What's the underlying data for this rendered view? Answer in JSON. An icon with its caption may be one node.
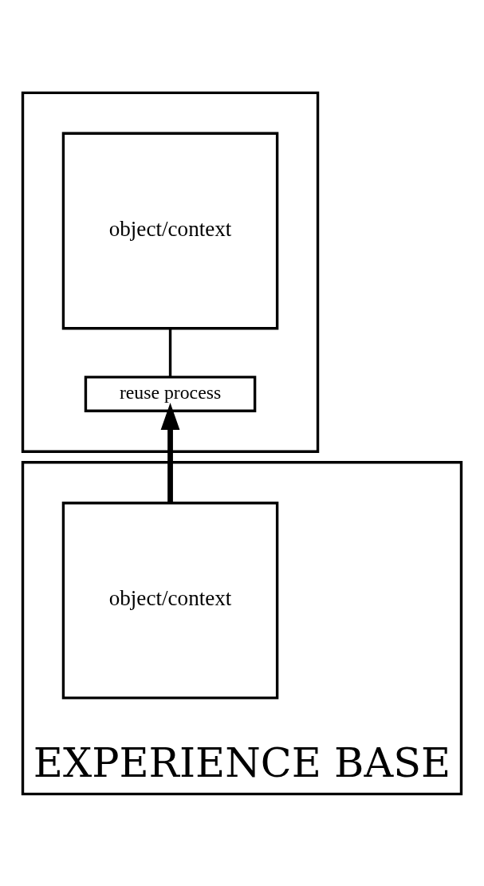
{
  "diagram": {
    "nodes": [
      {
        "text": [],
        "shape": "box"
      },
      {
        "text": [
          "object/context"
        ],
        "in": 0
      },
      {
        "text": [
          "reuse process"
        ],
        "in": 0
      },
      {
        "text": [
          "EXPERIENCE BASE"
        ]
      },
      {
        "text": [
          "object/context"
        ],
        "in": 3
      }
    ],
    "edges": [
      {
        "from": 2,
        "to": 1,
        "arrow": "none"
      },
      {
        "from": 4,
        "to": 2,
        "arrow": "to",
        "style": "thick"
      }
    ]
  }
}
